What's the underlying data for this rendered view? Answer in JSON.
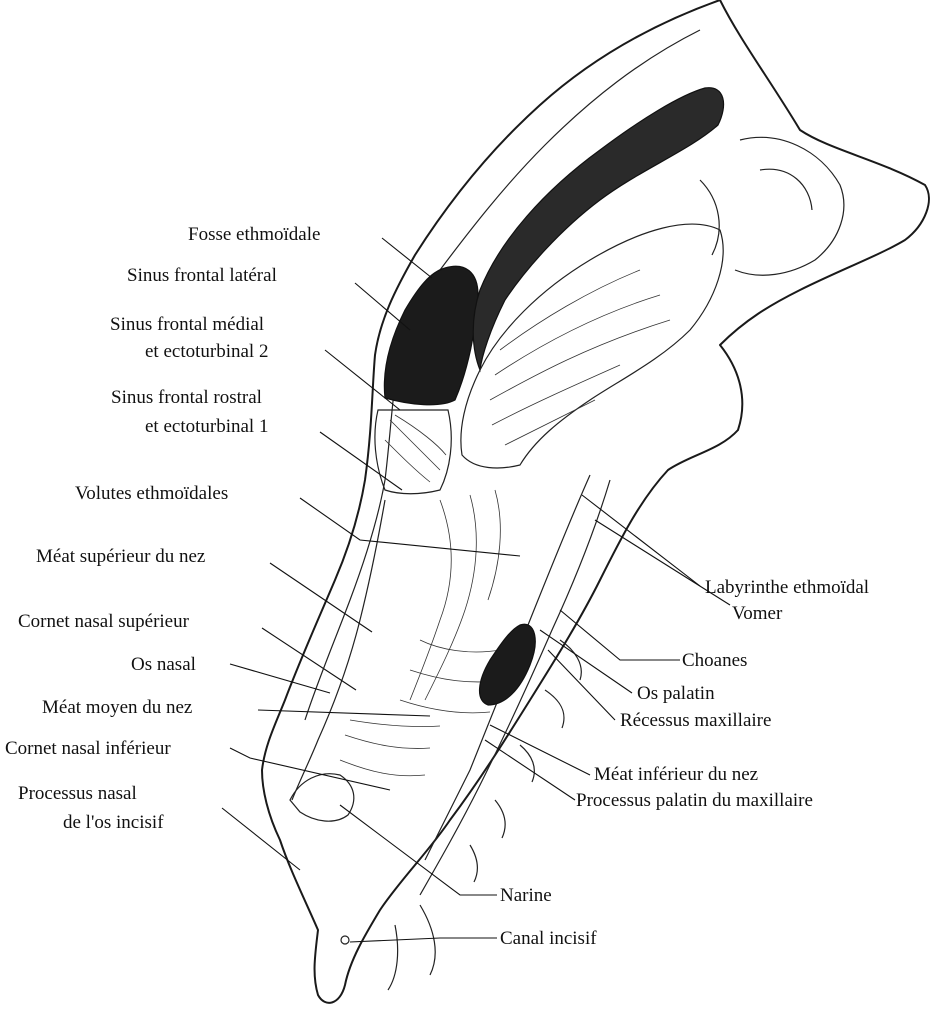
{
  "labels": {
    "fosse_ethmoidale": "Fosse ethmoïdale",
    "sinus_frontal_lateral": "Sinus frontal latéral",
    "sinus_frontal_medial_1": "Sinus frontal médial",
    "sinus_frontal_medial_2": "et ectoturbinal  2",
    "sinus_frontal_rostral_1": "Sinus frontal rostral",
    "sinus_frontal_rostral_2": "et ectoturbinal  1",
    "volutes_ethmoidales": "Volutes ethmoïdales",
    "meat_superieur": "Méat supérieur du nez",
    "cornet_superieur": "Cornet nasal supérieur",
    "os_nasal": "Os nasal",
    "meat_moyen": "Méat moyen du nez",
    "cornet_inferieur": "Cornet nasal inférieur",
    "processus_nasal_1": "Processus nasal",
    "processus_nasal_2": "de l'os incisif",
    "labyrinthe": "Labyrinthe ethmoïdal",
    "vomer": "Vomer",
    "choanes": "Choanes",
    "os_palatin": "Os palatin",
    "recessus": "Récessus maxillaire",
    "meat_inferieur": "Méat inférieur du nez",
    "processus_palatin": "Processus palatin du maxillaire",
    "narine": "Narine",
    "canal_incisif": "Canal incisif"
  }
}
